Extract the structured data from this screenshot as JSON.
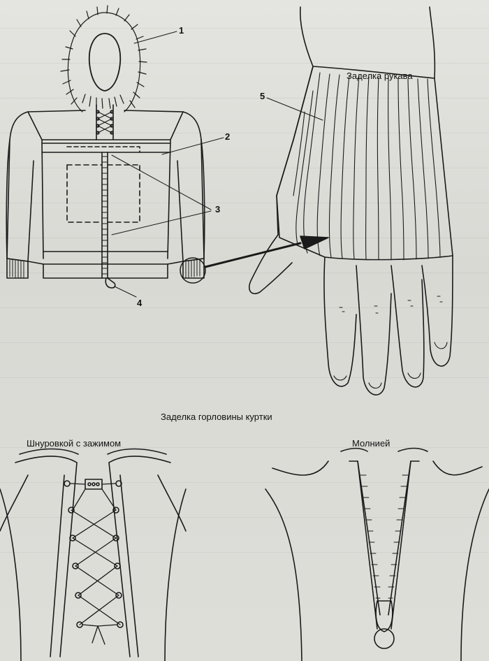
{
  "labels": {
    "n1": "1",
    "n2": "2",
    "n3": "3",
    "n4": "4",
    "n5": "5"
  },
  "captions": {
    "sleeve_finish": "Заделка рукава",
    "collar_finish": "Заделка горловины куртки",
    "lacing_variant": "Шнуровкой с зажимом",
    "zipper_variant": "Молнией"
  },
  "colors": {
    "ink": "#1a1a1a",
    "paper": "#e1e1dc"
  }
}
